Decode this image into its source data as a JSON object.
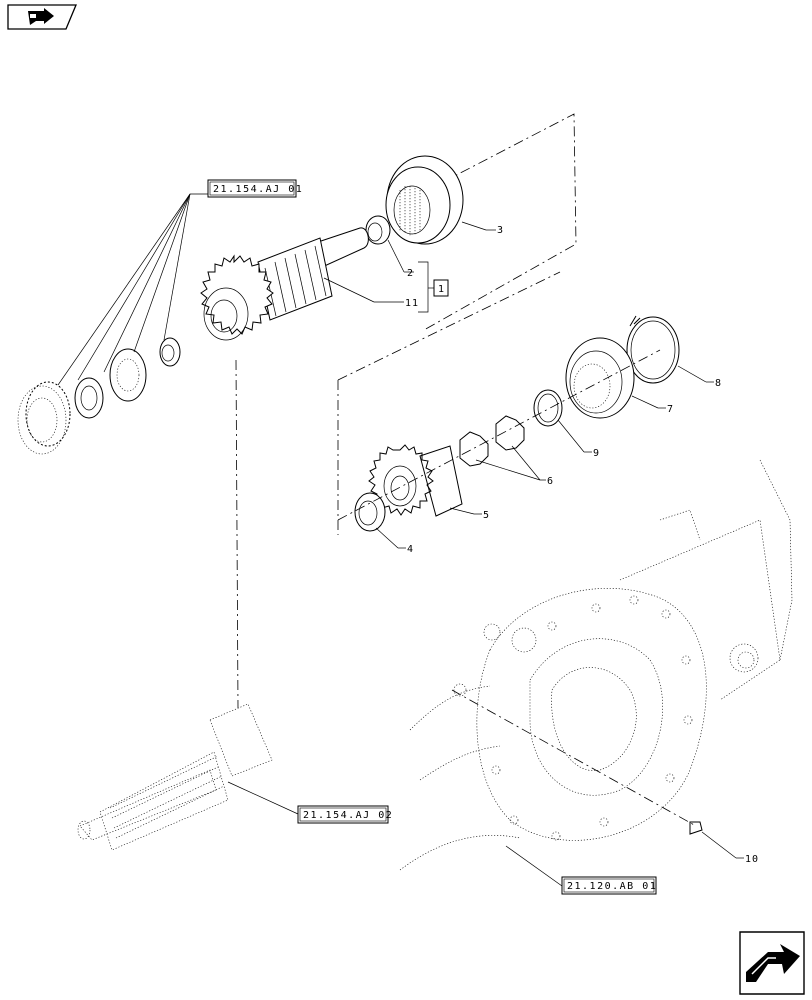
{
  "references": {
    "top_left": "21.154.AJ 01",
    "bottom_left": "21.154.AJ 02",
    "bottom_right": "21.120.AB 01"
  },
  "kit_label": "1",
  "callouts": {
    "p2": "2",
    "p3": "3",
    "p4": "4",
    "p5": "5",
    "p6": "6",
    "p7": "7",
    "p8": "8",
    "p9": "9",
    "p10": "10",
    "p11": "11"
  },
  "icons": {
    "top_left": "previous-page-icon",
    "bottom_right": "next-page-icon"
  }
}
